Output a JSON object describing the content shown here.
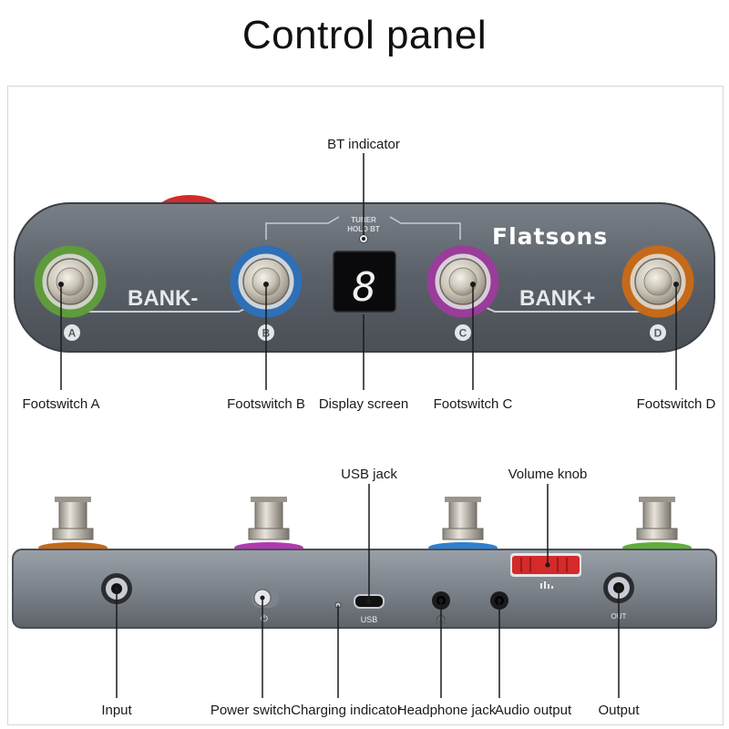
{
  "title": "Control panel",
  "brand": "Flatsons",
  "top": {
    "bank_minus": "BANK-",
    "bank_plus": "BANK+",
    "tuner_text_1": "TUNER",
    "tuner_text_2": "HOLD BT",
    "display_digit": "8",
    "switch_letters": [
      "A",
      "B",
      "C",
      "D"
    ]
  },
  "labels": {
    "bt_indicator": "BT indicator",
    "footswitch_a": "Footswitch A",
    "footswitch_b": "Footswitch B",
    "display_screen": "Display screen",
    "footswitch_c": "Footswitch C",
    "footswitch_d": "Footswitch D",
    "usb_jack": "USB jack",
    "volume_knob": "Volume knob",
    "input": "Input",
    "power_switch": "Power switch",
    "charging_indicator": "Charging indicator",
    "headphone_jack": "Headphone jack",
    "audio_output": "Audio output",
    "output": "Output"
  },
  "side": {
    "usb_text": "USB",
    "out_text": "OUT"
  },
  "colors": {
    "ring_a": "#5f9a3c",
    "ring_b": "#2f6fb5",
    "ring_c": "#9a3c9a",
    "ring_d": "#c46a1a",
    "red_knob": "#d42a2a",
    "body": "#5b6068"
  }
}
